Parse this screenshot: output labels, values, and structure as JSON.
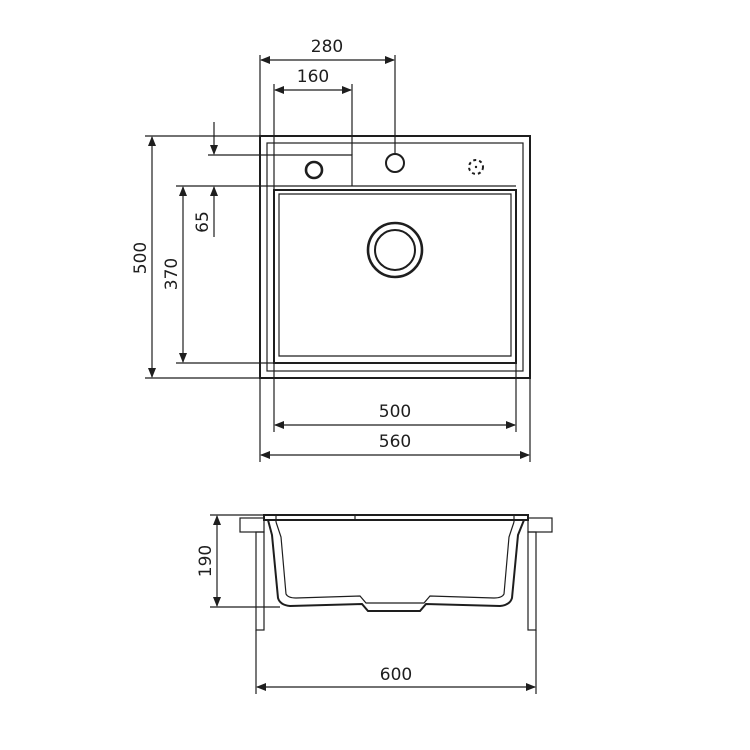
{
  "dimensions": {
    "top_width_280": "280",
    "top_width_160": "160",
    "left_height_500": "500",
    "left_height_370": "370",
    "left_offset_65": "65",
    "bottom_width_500": "500",
    "bottom_width_560": "560",
    "section_depth_190": "190",
    "section_width_600": "600"
  },
  "colors": {
    "line": "#1e1e1e",
    "background": "#ffffff"
  }
}
